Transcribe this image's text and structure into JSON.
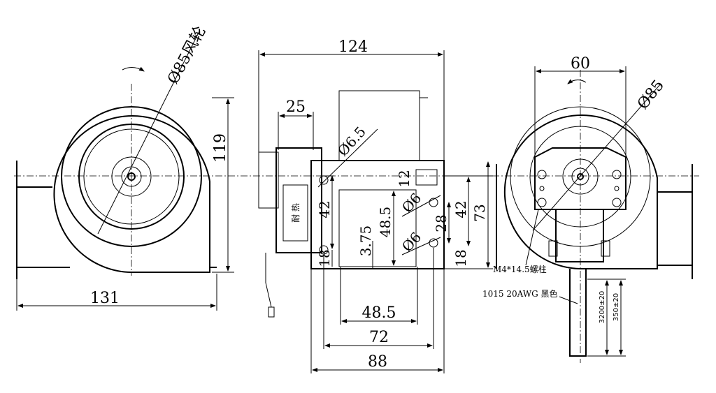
{
  "left_view": {
    "impeller_label": "Ø85风轮",
    "height_dim": "119",
    "width_dim": "131"
  },
  "middle_view": {
    "overall_length": "124",
    "stack_width": "25",
    "hole_dia": "Ø6.5",
    "dim_12": "12",
    "dim_42_left": "42",
    "dim_18_left": "18",
    "dim_3_75": "3.75",
    "dim_48_5_v": "48.5",
    "hole_top": "Ø6",
    "hole_bottom": "Ø6",
    "dim_28": "28",
    "dim_42_right": "42",
    "dim_73": "73",
    "dim_18_right": "18",
    "dim_48_5_h": "48.5",
    "dim_72": "72",
    "dim_88": "88",
    "stamp_text": "耐 热"
  },
  "right_view": {
    "width_dim": "60",
    "dia_label": "Ø85",
    "stud_label": "M4*14.5螺柱",
    "wire_label": "1015 20AWG 黑色",
    "lead_long": "3200±20",
    "lead_short": "350±20"
  }
}
